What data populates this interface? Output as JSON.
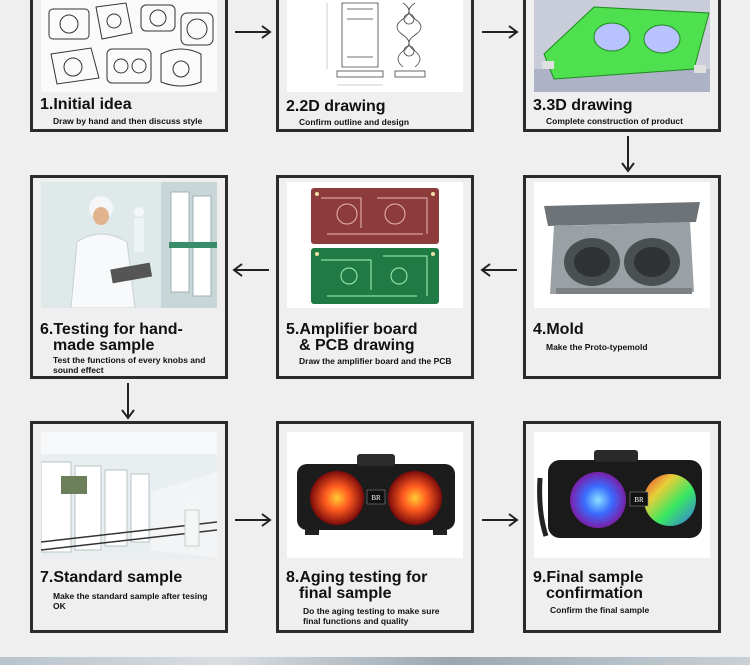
{
  "steps": [
    {
      "title": "1.Initial idea",
      "title2": "",
      "desc": "Draw by hand and then discuss style",
      "image": "hand-sketch-image"
    },
    {
      "title": "2.2D drawing",
      "title2": "",
      "desc": "Confirm outline and design",
      "image": "technical-drawing-image"
    },
    {
      "title": "3.3D drawing",
      "title2": "",
      "desc": "Complete construction of product",
      "image": "3d-model-image"
    },
    {
      "title": "4.Mold",
      "title2": "",
      "desc": "Make the Proto-typemold",
      "image": "mold-image"
    },
    {
      "title": "5.Amplifier board",
      "title2": "& PCB drawing",
      "desc": "Draw the amplifier board and the PCB",
      "image": "pcb-image"
    },
    {
      "title": "6.Testing for hand-",
      "title2": "made sample",
      "desc": "Test the functions of every knobs and sound effect",
      "image": "factory-worker-image"
    },
    {
      "title": "7.Standard sample",
      "title2": "",
      "desc": "Make the standard sample after tesing OK",
      "image": "production-line-image"
    },
    {
      "title": "8.Aging testing for",
      "title2": "final sample",
      "desc": "Do the aging testing to make sure final functions and quality",
      "image": "speaker-image"
    },
    {
      "title": "9.Final sample",
      "title2": "confirmation",
      "desc": "Confirm the final sample",
      "image": "speaker-led-image"
    }
  ],
  "speaker_logo": "BR",
  "colors": {
    "border": "#2b2b2b",
    "background": "#efefef",
    "pcb_top": "#8e3b3b",
    "pcb_bottom": "#1f7a43",
    "cad_green": "#4fe04f"
  },
  "arrows": [
    "arrow-right-icon",
    "arrow-down-icon",
    "arrow-left-icon"
  ]
}
